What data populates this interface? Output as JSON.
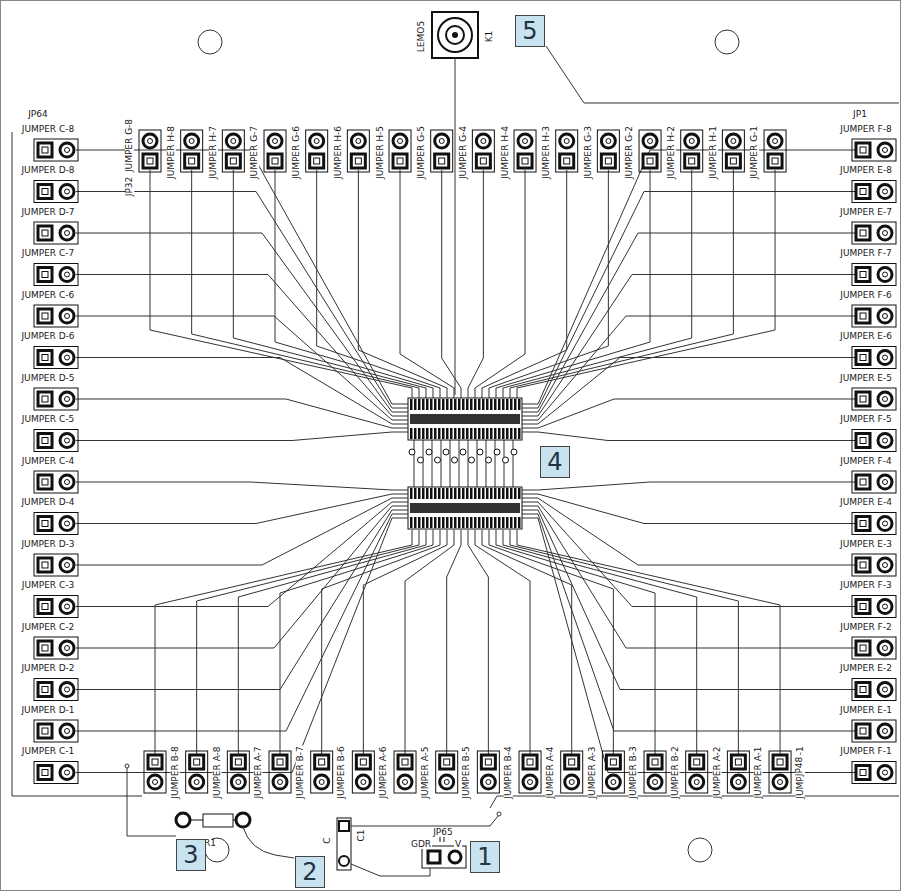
{
  "diagram": {
    "nodes": [
      {
        "text": [
          "5"
        ]
      },
      {
        "text": [
          "4"
        ]
      },
      {
        "text": [
          "3"
        ]
      },
      {
        "text": [
          "1"
        ]
      },
      {
        "text": [
          "2"
        ]
      }
    ],
    "labels": [
      "LEMO5",
      "K1",
      "JP32",
      "JUMPER G-8",
      "JUMPER H-8",
      "JUMPER H-7",
      "JUMPER G-7",
      "JUMPER G-6",
      "JUMPER H-6",
      "JUMPER H-5",
      "JUMPER G-5",
      "JUMPER G-4",
      "JUMPER H-4",
      "JUMPER H-3",
      "JUMPER G-3",
      "JUMPER G-2",
      "JUMPER H-2",
      "JUMPER H-1",
      "JUMPER G-1",
      "JP64",
      "JUMPER C-8",
      "JUMPER D-8",
      "JUMPER D-7",
      "JUMPER C-7",
      "JUMPER C-6",
      "JUMPER D-6",
      "JUMPER D-5",
      "JUMPER C-5",
      "JUMPER C-4",
      "JUMPER D-4",
      "JUMPER D-3",
      "JUMPER C-3",
      "JUMPER C-2",
      "JUMPER D-2",
      "JUMPER D-1",
      "JUMPER C-1",
      "JP1",
      "JUMPER F-8",
      "JUMPER E-8",
      "JUMPER E-7",
      "JUMPER F-7",
      "JUMPER F-6",
      "JUMPER E-6",
      "JUMPER E-5",
      "JUMPER F-5",
      "JUMPER F-4",
      "JUMPER E-4",
      "JUMPER E-3",
      "JUMPER F-3",
      "JUMPER F-2",
      "JUMPER E-2",
      "JUMPER E-1",
      "JUMPER F-1",
      "JUMPER B-8",
      "JUMPER A-8",
      "JUMPER A-7",
      "JUMPER B-7",
      "JUMPER B-6",
      "JUMPER A-6",
      "JUMPER A-5",
      "JUMPER B-5",
      "JUMPER B-4",
      "JUMPER A-4",
      "JUMPER A-3",
      "JUMPER B-3",
      "JUMPER B-2",
      "JUMPER A-2",
      "JUMPER A-1",
      "JUMPER B-1",
      "JP48",
      "JP65",
      "GDR",
      "V",
      "C",
      "C1",
      "R1"
    ]
  }
}
